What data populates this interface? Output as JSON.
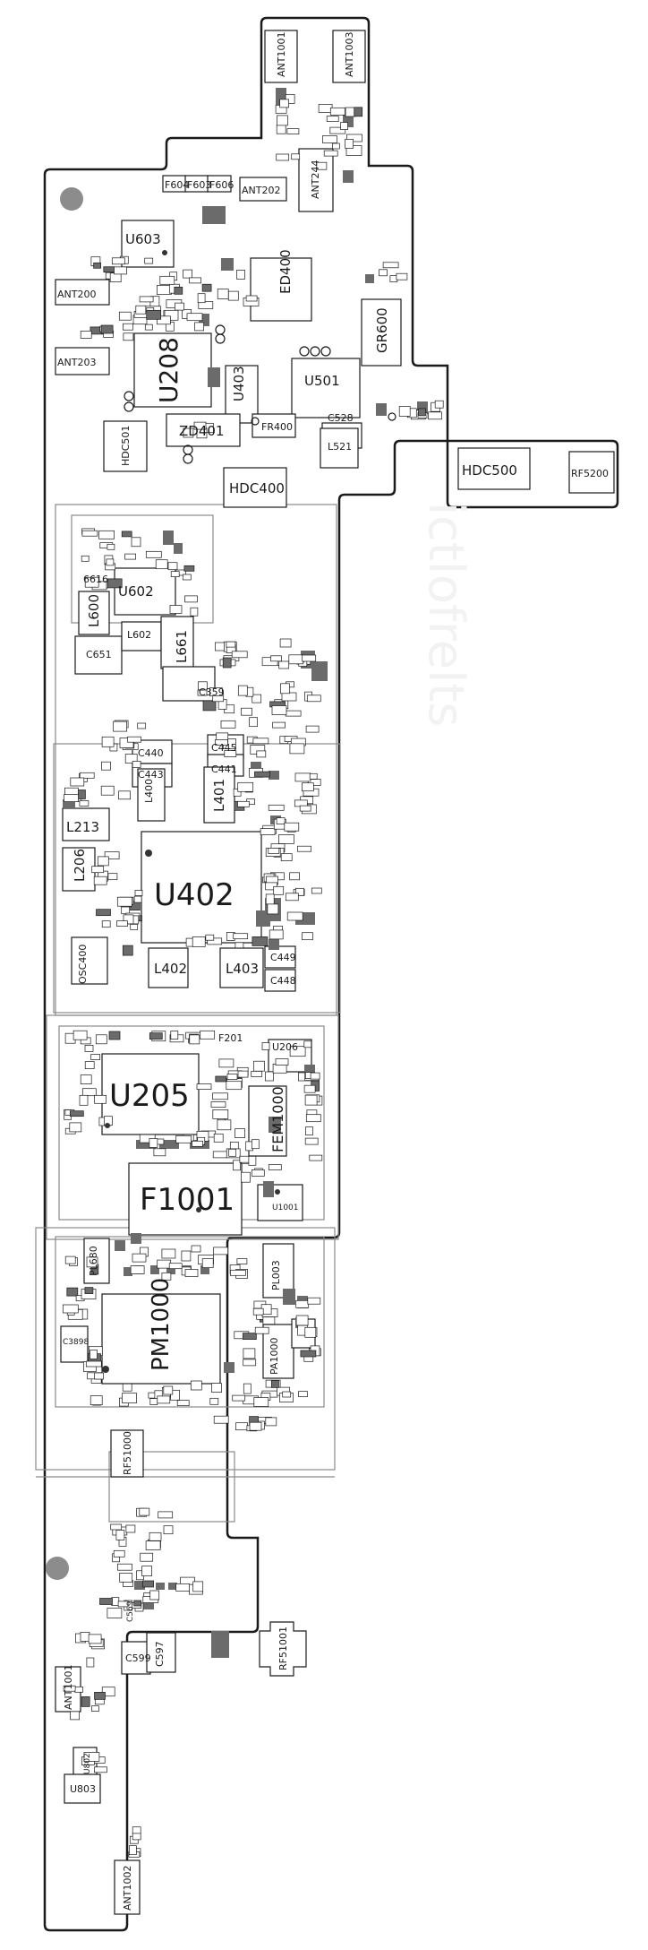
{
  "labels": {
    "ant1001_top": "ANT1001",
    "ant1003": "ANT1003",
    "ant244": "ANT244",
    "ant202": "ANT202",
    "ant200": "ANT200",
    "ant203": "ANT203",
    "f604": "F604",
    "f603": "F603",
    "f606": "F606",
    "u603": "U603",
    "u208": "U208",
    "u403": "U403",
    "u501": "U501",
    "ed400": "ED400",
    "gr600": "GR600",
    "hdc501": "HDC501",
    "zd401": "ZD401",
    "fr400": "FR400",
    "c528": "C528",
    "l521": "L521",
    "hdc400": "HDC400",
    "hdc500": "HDC500",
    "rf5200": "RF5200",
    "u602": "U602",
    "l600": "L600",
    "l602": "L602",
    "l661": "L661",
    "c651": "C651",
    "c6616": "6616",
    "c359": "C359",
    "c445": "C445",
    "c441": "C441",
    "c440": "C440",
    "c443": "C443",
    "l400": "L400",
    "l401": "L401",
    "l213": "L213",
    "l206": "L206",
    "u402": "U402",
    "osc400": "OSC400",
    "l402": "L402",
    "l403": "L403",
    "c449": "C449",
    "c448": "C448",
    "u205": "U205",
    "f201": "F201",
    "u206": "U206",
    "fem1000": "FEM1000",
    "f1001": "F1001",
    "u1001": "U1001",
    "pl003": "PL003",
    "pl680": "PL680",
    "pm1000": "PM1000",
    "c3898": "C3898",
    "pa1000": "PA1000",
    "rf51000": "RF51000",
    "c599": "C599",
    "c597": "C597",
    "c569": "C569",
    "rf51001": "RF51001",
    "ant1001_bottom": "ANT1001",
    "u803": "U803",
    "u802": "U802",
    "ant1002": "ANT1002",
    "watermark": "ictlofrelts"
  },
  "colors": {
    "board_outline": "#1a1a1a",
    "inner_outline": "#8a8a8a",
    "component_fill": "#ffffff",
    "component_dark": "#6b6b6b",
    "mount_hole": "#8c8c8c"
  }
}
